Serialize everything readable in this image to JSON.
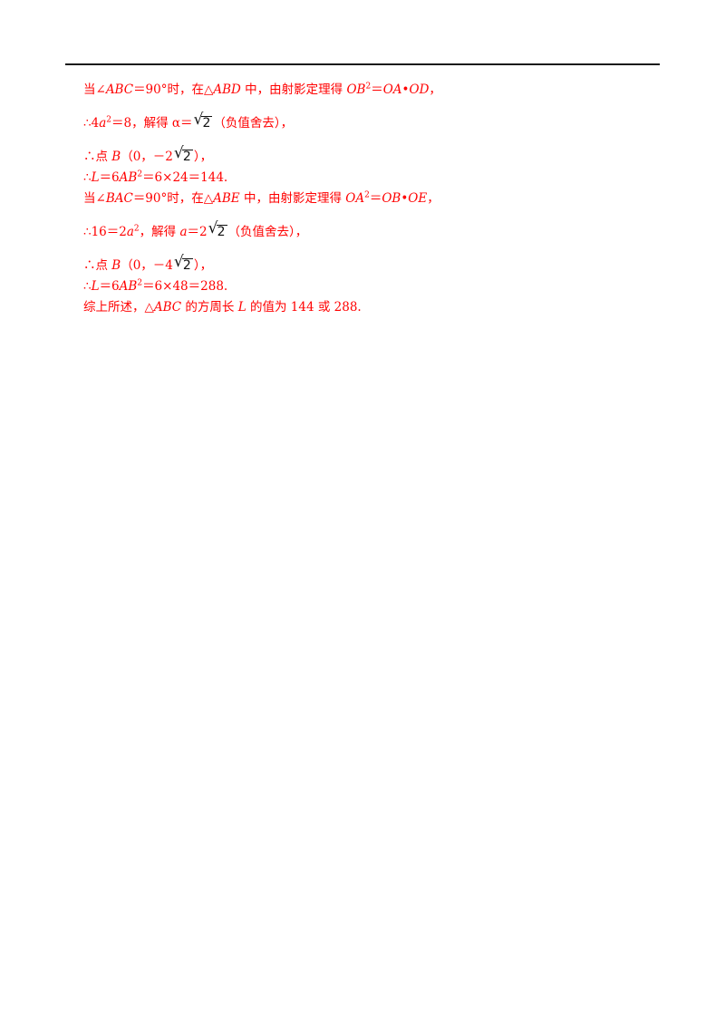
{
  "lines": [
    {
      "segments": [
        "当∠",
        {
          "i": "ABC"
        },
        "＝90°时，在△",
        {
          "i": "ABD"
        },
        " 中，由射影定理得 ",
        {
          "i": "OB"
        },
        {
          "sup": "2"
        },
        "＝",
        {
          "i": "OA"
        },
        "•",
        {
          "i": "OD"
        },
        "，"
      ]
    },
    {
      "segments": [
        "∴4",
        {
          "i": "a"
        },
        {
          "sup": "2"
        },
        "＝8，解得 α＝",
        {
          "sqrt": "2"
        },
        "（负值舍去），"
      ]
    },
    {
      "segments": [
        "∴点 ",
        {
          "i": "B"
        },
        "（0，－2",
        {
          "sqrt": "2"
        },
        "），"
      ]
    },
    {
      "segments": [
        "∴",
        {
          "i": "L"
        },
        "＝6",
        {
          "i": "AB"
        },
        {
          "sup": "2"
        },
        "＝6×24＝144."
      ]
    },
    {
      "segments": [
        "当∠",
        {
          "i": "BAC"
        },
        "＝90°时，在△",
        {
          "i": "ABE"
        },
        " 中，由射影定理得 ",
        {
          "i": "OA"
        },
        {
          "sup": "2"
        },
        "＝",
        {
          "i": "OB"
        },
        "•",
        {
          "i": "OE"
        },
        "，"
      ]
    },
    {
      "segments": [
        "∴16＝2",
        {
          "i": "a"
        },
        {
          "sup": "2"
        },
        "，解得 ",
        {
          "i": "a"
        },
        "＝2",
        {
          "sqrt": "2"
        },
        "（负值舍去），"
      ]
    },
    {
      "segments": [
        "∴点 ",
        {
          "i": "B"
        },
        "（0，－4",
        {
          "sqrt": "2"
        },
        "），"
      ]
    },
    {
      "segments": [
        "∴",
        {
          "i": "L"
        },
        "＝6",
        {
          "i": "AB"
        },
        {
          "sup": "2"
        },
        "＝6×48＝288."
      ]
    },
    {
      "segments": [
        "综上所述，△",
        {
          "i": "ABC"
        },
        " 的方周长 ",
        {
          "i": "L"
        },
        " 的值为 144 或 288."
      ]
    }
  ],
  "colors": {
    "text": "#ff0000",
    "rule": "#1a1a1a"
  }
}
